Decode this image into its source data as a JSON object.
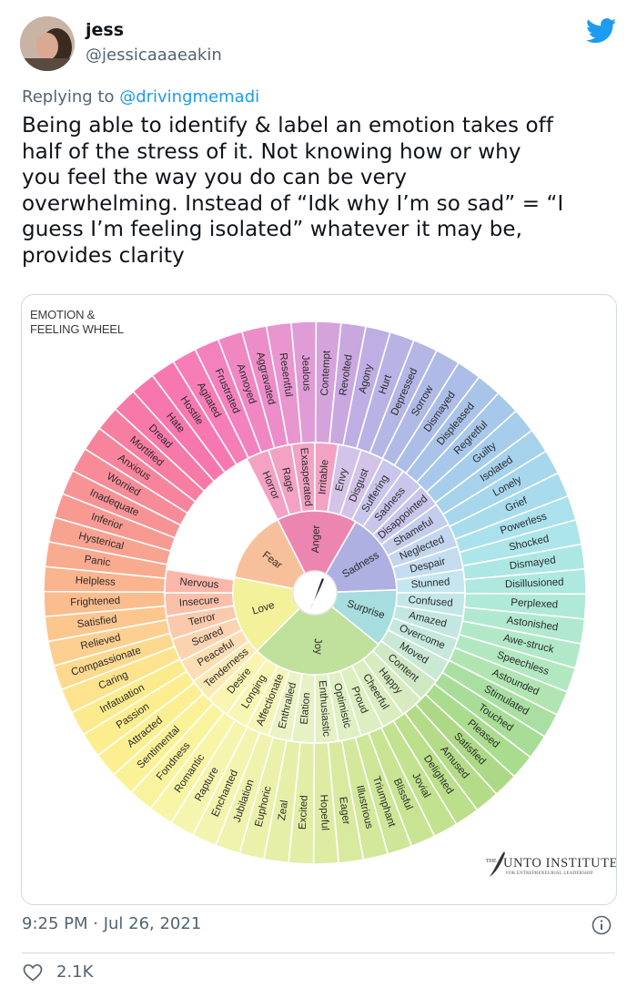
{
  "author": {
    "name": "jess",
    "handle": "@jessicaaaeakin"
  },
  "reply": {
    "prefix": "Replying to ",
    "mention": "@drivingmemadi"
  },
  "tweet_lines": [
    "Being able to identify & label an emotion takes off",
    "half of the stress of it. Not knowing how or why",
    "you feel the way you do can be very",
    "overwhelming. Instead of “Idk why I’m so sad” = “I",
    "guess I’m feeling isolated” whatever it may be,",
    "provides clarity"
  ],
  "wheel": {
    "title_line1": "EMOTION &",
    "title_line2": "FEELING WHEEL",
    "brand_prefix": "THE",
    "brand_name": "UNTO INSTITUTE",
    "brand_sub": "FOR ENTREPRENEURIAL LEADERSHIP",
    "core": [
      {
        "label": "Anger",
        "start": 333,
        "end": 30,
        "color": "#ec86b0"
      },
      {
        "label": "Sadness",
        "start": 30,
        "end": 88,
        "color": "#aeb0e2"
      },
      {
        "label": "Surprise",
        "start": 88,
        "end": 129,
        "color": "#a6ddde"
      },
      {
        "label": "Joy",
        "start": 129,
        "end": 225,
        "color": "#bfe19b"
      },
      {
        "label": "Love",
        "start": 225,
        "end": 281,
        "color": "#f3f19a"
      },
      {
        "label": "Fear",
        "start": 281,
        "end": 333,
        "color": "#f8c09a"
      }
    ],
    "middle": [
      {
        "label": "Horror",
        "start": 333,
        "end": 342,
        "color": "#f3a2c4"
      },
      {
        "label": "Rage",
        "start": 342,
        "end": 351,
        "color": "#f3a2c4"
      },
      {
        "label": "Exasperated",
        "start": 351,
        "end": 360,
        "color": "#f3a2c4"
      },
      {
        "label": "Irritable",
        "start": 0,
        "end": 9,
        "color": "#f3a2c4"
      },
      {
        "label": "Envy",
        "start": 9,
        "end": 18,
        "color": "#d3c3e8"
      },
      {
        "label": "Disgust",
        "start": 18,
        "end": 27,
        "color": "#d3c3e8"
      },
      {
        "label": "Suffering",
        "start": 27,
        "end": 36,
        "color": "#c9c6ec"
      },
      {
        "label": "Sadness",
        "start": 36,
        "end": 45,
        "color": "#c9c6ec"
      },
      {
        "label": "Disappointed",
        "start": 45,
        "end": 54,
        "color": "#c9c6ec"
      },
      {
        "label": "Shameful",
        "start": 54,
        "end": 63,
        "color": "#c4cdec"
      },
      {
        "label": "Neglected",
        "start": 63,
        "end": 72,
        "color": "#c4d5ef"
      },
      {
        "label": "Despair",
        "start": 72,
        "end": 81,
        "color": "#c4dcf0"
      },
      {
        "label": "Stunned",
        "start": 81,
        "end": 90,
        "color": "#c5e6ef"
      },
      {
        "label": "Confused",
        "start": 90,
        "end": 99,
        "color": "#c3e7e8"
      },
      {
        "label": "Amazed",
        "start": 99,
        "end": 108,
        "color": "#c3e7e0"
      },
      {
        "label": "Overcome",
        "start": 108,
        "end": 117,
        "color": "#c5e8dc"
      },
      {
        "label": "Moved",
        "start": 117,
        "end": 126,
        "color": "#c9e9d5"
      },
      {
        "label": "Content",
        "start": 126,
        "end": 135,
        "color": "#cfe8c2"
      },
      {
        "label": "Happy",
        "start": 135,
        "end": 144,
        "color": "#d6ecc0"
      },
      {
        "label": "Cheerful",
        "start": 144,
        "end": 153,
        "color": "#d9edbf"
      },
      {
        "label": "Proud",
        "start": 153,
        "end": 162,
        "color": "#ddefc0"
      },
      {
        "label": "Optimistic",
        "start": 162,
        "end": 171,
        "color": "#e0f0c2"
      },
      {
        "label": "Enthusiastic",
        "start": 171,
        "end": 180,
        "color": "#e3f1c3"
      },
      {
        "label": "Elation",
        "start": 180,
        "end": 189,
        "color": "#e7f2c4"
      },
      {
        "label": "Enthralled",
        "start": 189,
        "end": 198,
        "color": "#ebf3c5"
      },
      {
        "label": "Affectionate",
        "start": 198,
        "end": 207,
        "color": "#f5f5b8"
      },
      {
        "label": "Longing",
        "start": 207,
        "end": 216,
        "color": "#f8f6b3"
      },
      {
        "label": "Desire",
        "start": 216,
        "end": 225,
        "color": "#faf5b1"
      },
      {
        "label": "Tenderness",
        "start": 225,
        "end": 234,
        "color": "#fce9b5"
      },
      {
        "label": "Peaceful",
        "start": 234,
        "end": 243,
        "color": "#fdddb2"
      },
      {
        "label": "Scared",
        "start": 243,
        "end": 252,
        "color": "#fcd3b0"
      },
      {
        "label": "Terror",
        "start": 252,
        "end": 261,
        "color": "#fbc9ac"
      },
      {
        "label": "Insecure",
        "start": 261,
        "end": 270,
        "color": "#fbc0aa"
      },
      {
        "label": "Nervous",
        "start": 270,
        "end": 279,
        "color": "#fbb7aa"
      }
    ],
    "outer": [
      {
        "label": "Agitated",
        "color": "#f77db6"
      },
      {
        "label": "Frustrated",
        "color": "#f381bd"
      },
      {
        "label": "Annoyed",
        "color": "#f087c3"
      },
      {
        "label": "Aggravated",
        "color": "#ec8dc9"
      },
      {
        "label": "Resentful",
        "color": "#e995cf"
      },
      {
        "label": "Jealous",
        "color": "#e09cd6"
      },
      {
        "label": "Contempt",
        "color": "#d5a3dc"
      },
      {
        "label": "Revolted",
        "color": "#c9a8e0"
      },
      {
        "label": "Agony",
        "color": "#beaee3"
      },
      {
        "label": "Hurt",
        "color": "#b9b2e5"
      },
      {
        "label": "Depressed",
        "color": "#b4b6e6"
      },
      {
        "label": "Sorrow",
        "color": "#b0bae7"
      },
      {
        "label": "Dismayed",
        "color": "#acbee8"
      },
      {
        "label": "Displeased",
        "color": "#a9c3e9"
      },
      {
        "label": "Regretful",
        "color": "#a7c8ea"
      },
      {
        "label": "Guilty",
        "color": "#a6cdeb"
      },
      {
        "label": "Isolated",
        "color": "#a6d2ec"
      },
      {
        "label": "Lonely",
        "color": "#a7d7ec"
      },
      {
        "label": "Grief",
        "color": "#a8dced"
      },
      {
        "label": "Powerless",
        "color": "#aae1ec"
      },
      {
        "label": "Shocked",
        "color": "#ace5ea"
      },
      {
        "label": "Dismayed",
        "color": "#ade7e4"
      },
      {
        "label": "Disillusioned",
        "color": "#aee8de"
      },
      {
        "label": "Perplexed",
        "color": "#afe9d7"
      },
      {
        "label": "Astonished",
        "color": "#b0e9d0"
      },
      {
        "label": "Awe-struck",
        "color": "#b1e9c8"
      },
      {
        "label": "Speechless",
        "color": "#b2e8c0"
      },
      {
        "label": "Astounded",
        "color": "#b0e5b2"
      },
      {
        "label": "Stimulated",
        "color": "#a9e0a2"
      },
      {
        "label": "Touched",
        "color": "#a7dd96"
      },
      {
        "label": "Pleased",
        "color": "#a9dd8d"
      },
      {
        "label": "Satisfied",
        "color": "#add987"
      },
      {
        "label": "Amused",
        "color": "#b4dc88"
      },
      {
        "label": "Delighted",
        "color": "#bbdf8b"
      },
      {
        "label": "Jovial",
        "color": "#c2e28f"
      },
      {
        "label": "Blissful",
        "color": "#c8e493"
      },
      {
        "label": "Triumphant",
        "color": "#cee697"
      },
      {
        "label": "Illustrious",
        "color": "#d3e89b"
      },
      {
        "label": "Eager",
        "color": "#d8ea9f"
      },
      {
        "label": "Hopeful",
        "color": "#ddeca2"
      },
      {
        "label": "Excited",
        "color": "#e2eea5"
      },
      {
        "label": "Zeal",
        "color": "#e6efa8"
      },
      {
        "label": "Euphoric",
        "color": "#ebf1ab"
      },
      {
        "label": "Jubilation",
        "color": "#eff3ad"
      },
      {
        "label": "Enchanted",
        "color": "#f3f4ae"
      },
      {
        "label": "Rapture",
        "color": "#f6f5af"
      },
      {
        "label": "Romantic",
        "color": "#f9f5a6"
      },
      {
        "label": "Fondness",
        "color": "#faf39e"
      },
      {
        "label": "Sentimental",
        "color": "#fbf197"
      },
      {
        "label": "Attracted",
        "color": "#fcef92"
      },
      {
        "label": "Passion",
        "color": "#fced8e"
      },
      {
        "label": "Infatuation",
        "color": "#fceb8c"
      },
      {
        "label": "Caring",
        "color": "#fde38d"
      },
      {
        "label": "Compassionate",
        "color": "#fdd98f"
      },
      {
        "label": "Relieved",
        "color": "#fdcf90"
      },
      {
        "label": "Satisfied",
        "color": "#fcc68f"
      },
      {
        "label": "Frightened",
        "color": "#fbbd8e"
      },
      {
        "label": "Helpless",
        "color": "#fab48e"
      },
      {
        "label": "Panic",
        "color": "#f9ab8f"
      },
      {
        "label": "Hysterical",
        "color": "#f8a290"
      },
      {
        "label": "Inferior",
        "color": "#f89a92"
      },
      {
        "label": "Inadequate",
        "color": "#f79295"
      },
      {
        "label": "Worried",
        "color": "#f78b98"
      },
      {
        "label": "Anxious",
        "color": "#f7849c"
      },
      {
        "label": "Mortified",
        "color": "#f77ea1"
      },
      {
        "label": "Dread",
        "color": "#f779a7"
      },
      {
        "label": "Hate",
        "color": "#f776ad"
      },
      {
        "label": "Hostile",
        "color": "#f778b1"
      }
    ]
  },
  "timestamp": "9:25 PM · Jul 26, 2021",
  "likes": "2.1K",
  "icons": {
    "bird": "twitter-bird-icon",
    "info": "info-icon",
    "heart": "heart-icon"
  },
  "colors": {
    "brand_blue": "#1d9bf0",
    "muted": "#536471"
  }
}
